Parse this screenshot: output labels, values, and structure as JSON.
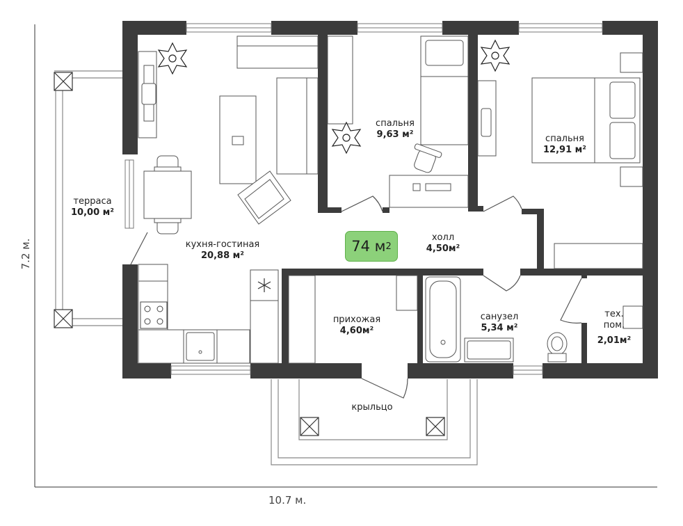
{
  "dimensions": {
    "width_label": "10.7 м.",
    "height_label": "7.2 м."
  },
  "total_area": {
    "value": "74 м",
    "sup": "2"
  },
  "rooms": {
    "terrace": {
      "name": "терраса",
      "area": "10,00 м²"
    },
    "kitchen": {
      "name": "кухня-гостиная",
      "area": "20,88 м²"
    },
    "bedroom1": {
      "name": "спальня",
      "area": "9,63 м²"
    },
    "bedroom2": {
      "name": "спальня",
      "area": "12,91 м²"
    },
    "hall": {
      "name": "холл",
      "area": "4,50м²"
    },
    "entry": {
      "name": "прихожая",
      "area": "4,60м²"
    },
    "bathroom": {
      "name": "санузел",
      "area": "5,34 м²"
    },
    "tech": {
      "name1": "тех.",
      "name2": "пом.",
      "area": "2,01м²"
    },
    "porch": {
      "name": "крыльцо"
    }
  },
  "colors": {
    "wall": "#3c3c3c",
    "line": "#777777",
    "total_badge": "#8cd17a"
  }
}
